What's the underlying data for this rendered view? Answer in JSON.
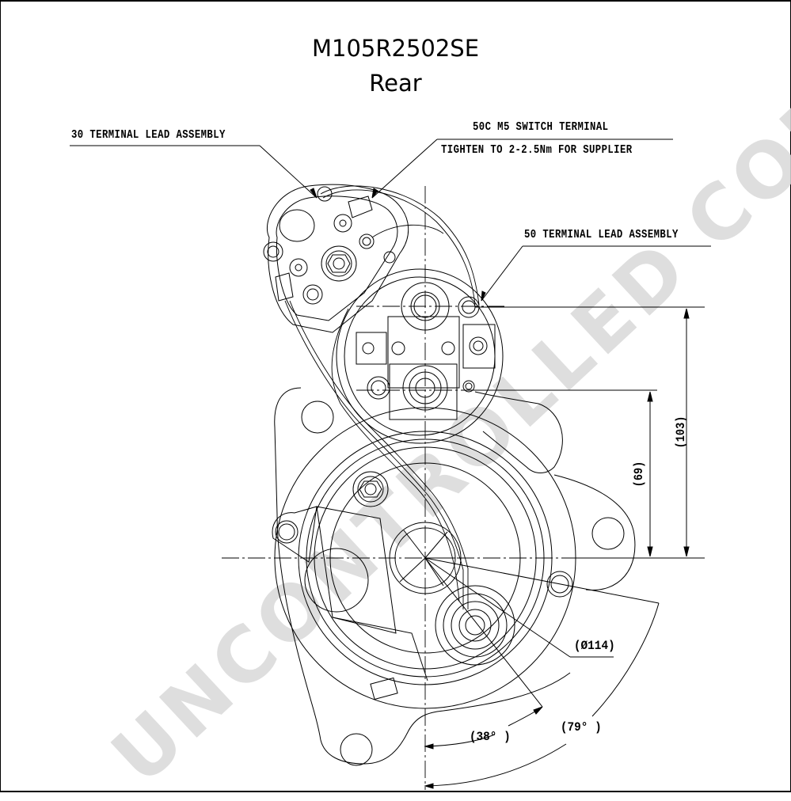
{
  "drawing": {
    "part_number": "M105R2502SE",
    "view": "Rear",
    "watermark": "UNCONTROLLED COPY",
    "colors": {
      "line": "#000000",
      "watermark": "#d9d9d9",
      "background": "#ffffff"
    }
  },
  "callouts": {
    "terminal_30": "30 TERMINAL LEAD ASSEMBLY",
    "switch_50c_line1": "50C M5 SWITCH TERMINAL",
    "switch_50c_line2": "TIGHTEN TO 2-2.5Nm FOR SUPPLIER",
    "terminal_50": "50 TERMINAL LEAD ASSEMBLY"
  },
  "dimensions": {
    "height_103": "(103)",
    "height_69": "(69)",
    "diameter_114": "(Ø114)",
    "angle_38": "(38° )",
    "angle_79": "(79° )"
  }
}
